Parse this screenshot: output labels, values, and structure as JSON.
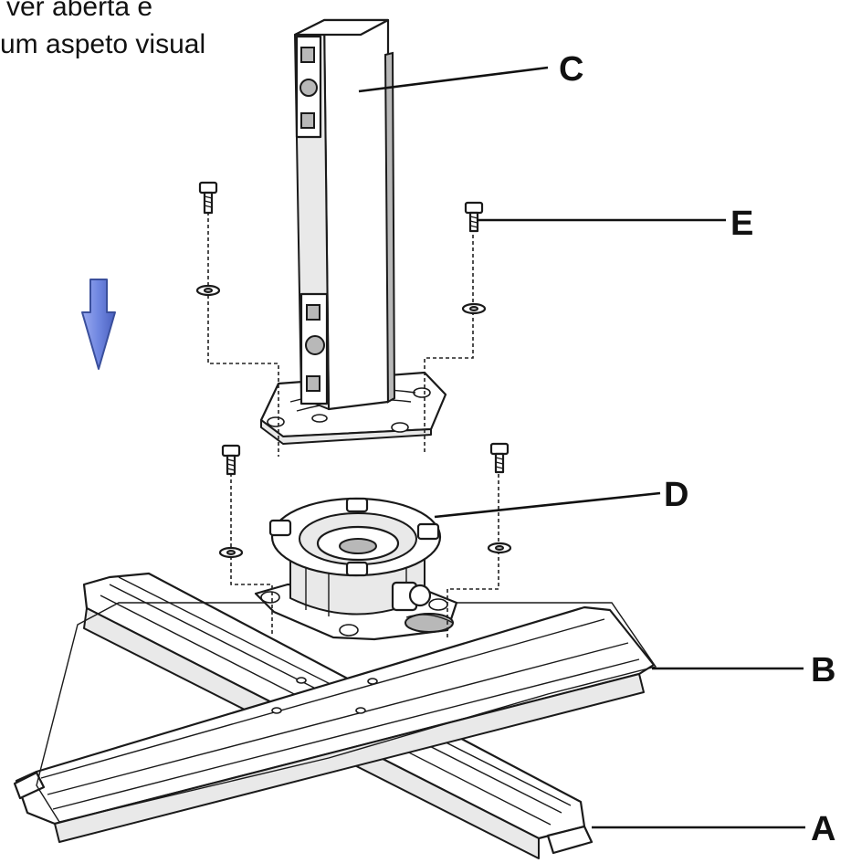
{
  "caption": {
    "line1": "ver aberta e",
    "line2": "um aspeto visual"
  },
  "labels": {
    "a": "A",
    "b": "B",
    "c": "C",
    "d": "D",
    "e": "E"
  },
  "colors": {
    "arrow_fill": "#6f86e0",
    "arrow_stroke": "#3a4f9c",
    "line": "#1a1a1a"
  },
  "icons": {
    "direction": "arrow-down-icon"
  }
}
